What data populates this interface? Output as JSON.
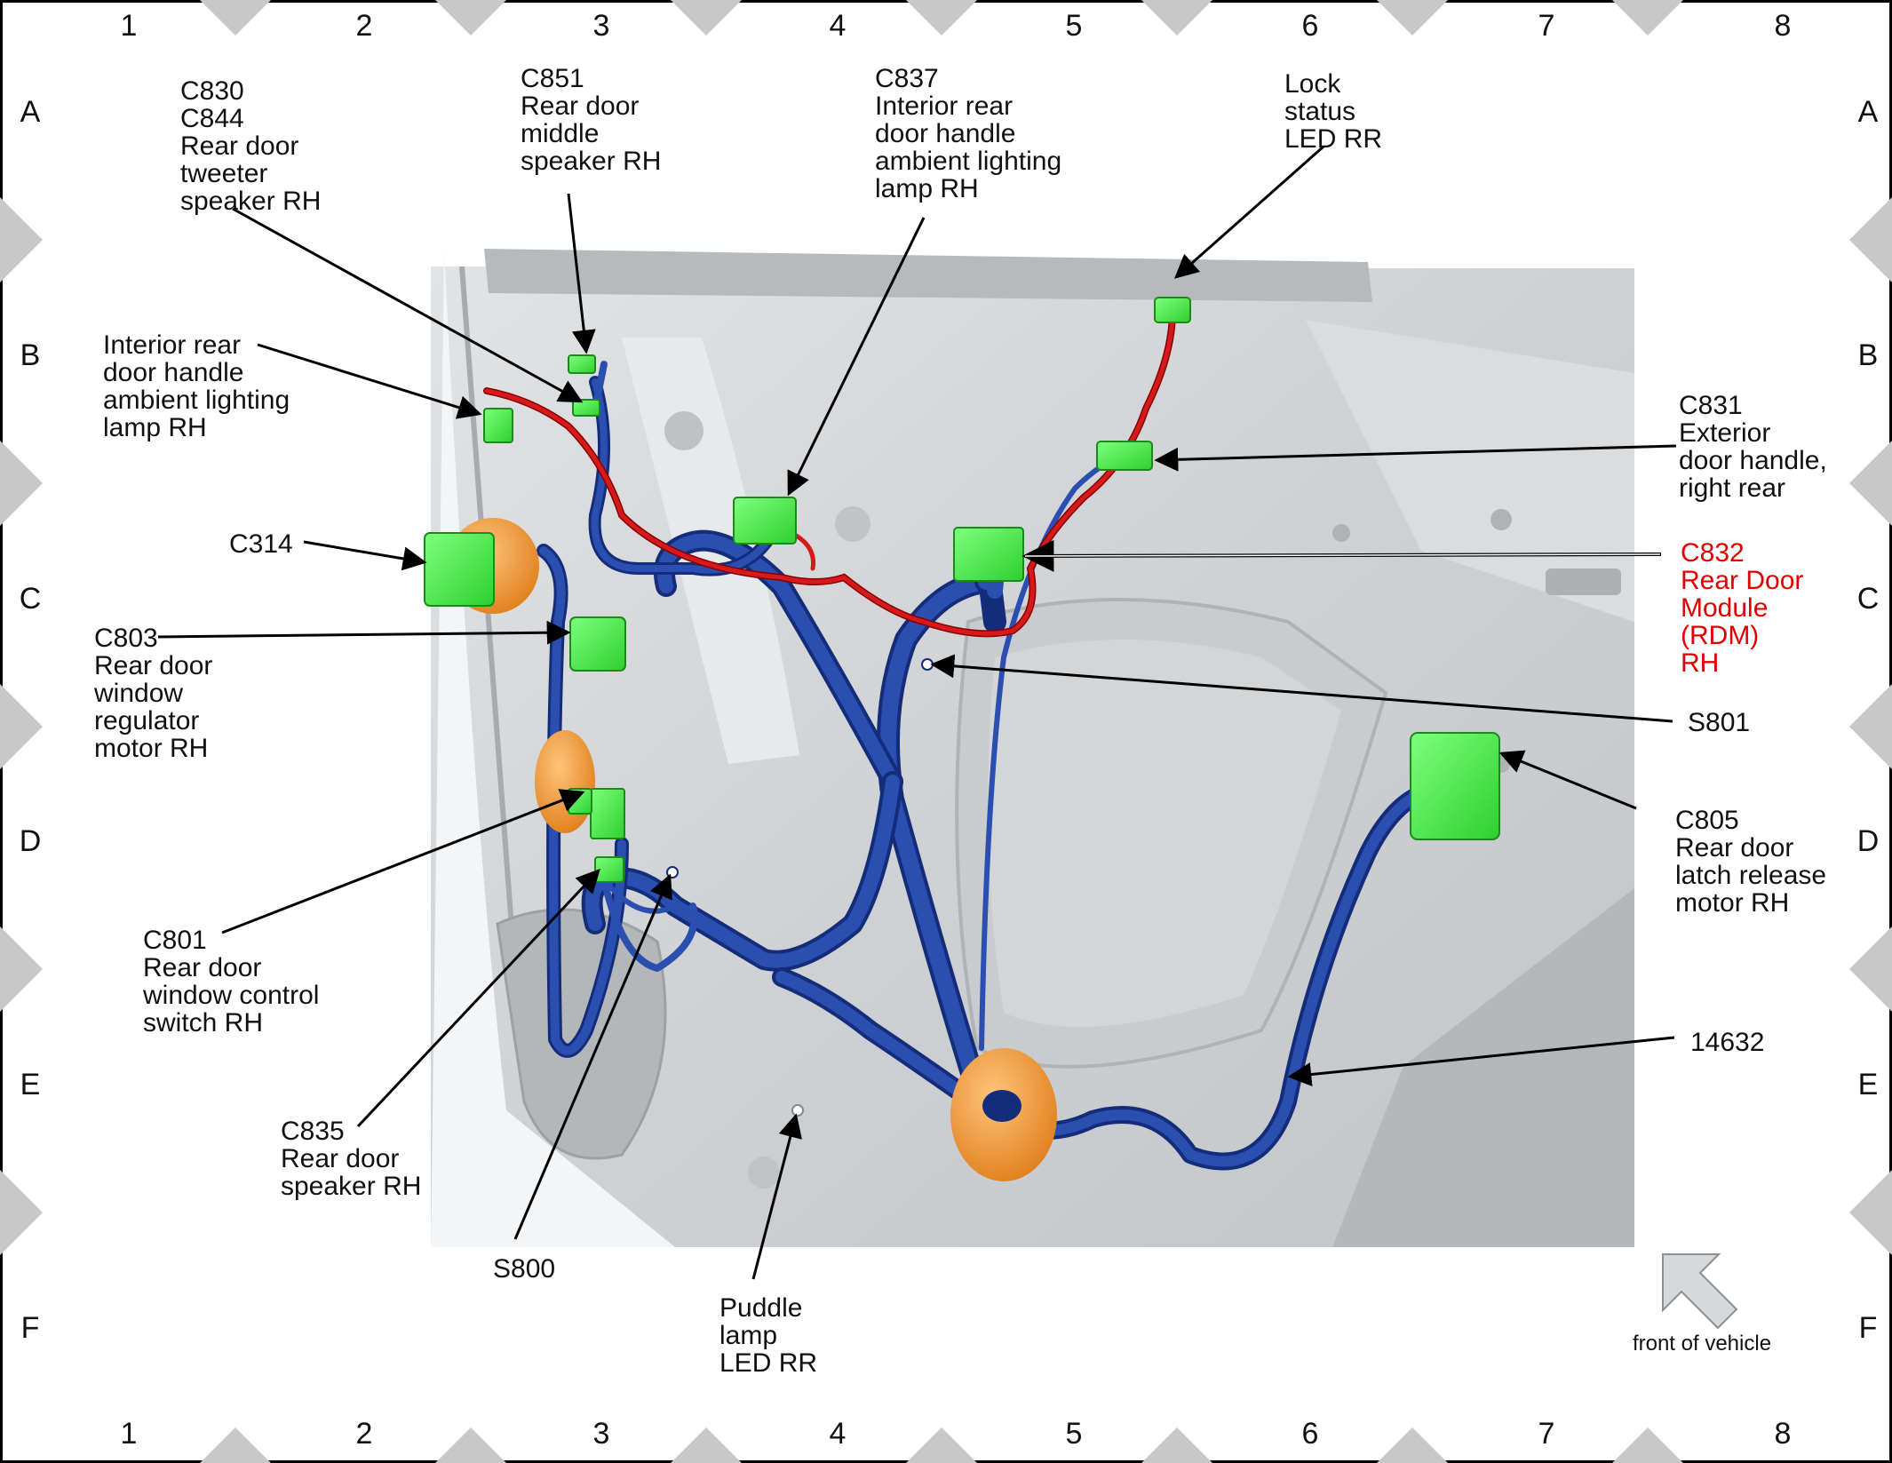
{
  "grid": {
    "columns": [
      "1",
      "2",
      "3",
      "4",
      "5",
      "6",
      "7",
      "8"
    ],
    "rows": [
      "A",
      "B",
      "C",
      "D",
      "E",
      "F"
    ]
  },
  "colors": {
    "harness": "#2a4fb0",
    "harness_dark": "#142d7a",
    "circuit_red": "#c8141a",
    "connector_green": "#3fe83f",
    "grommet_orange": "#f5a03a",
    "door_panel": "#d6d8da",
    "highlight_label": "#e00000"
  },
  "labels": {
    "c830_c844": [
      "C830",
      "C844",
      "Rear door",
      "tweeter",
      "speaker RH"
    ],
    "c851": [
      "C851",
      "Rear door",
      "middle",
      "speaker RH"
    ],
    "c837": [
      "C837",
      "Interior rear",
      "door handle",
      "ambient lighting",
      "lamp RH"
    ],
    "lock_led": [
      "Lock",
      "status",
      "LED RR"
    ],
    "interior_handle_lamp": [
      "Interior rear",
      "door handle",
      "ambient lighting",
      "lamp RH"
    ],
    "c831": [
      "C831",
      "Exterior",
      "door handle,",
      "right rear"
    ],
    "c314": [
      "C314"
    ],
    "c832": [
      "C832",
      "Rear Door",
      "Module",
      "(RDM)",
      "RH"
    ],
    "c803": [
      "C803",
      "Rear door",
      "window",
      "regulator",
      "motor RH"
    ],
    "s801": [
      "S801"
    ],
    "c805": [
      "C805",
      "Rear door",
      "latch release",
      "motor RH"
    ],
    "c801": [
      "C801",
      "Rear door",
      "window control",
      "switch RH"
    ],
    "harness_14632": [
      "14632"
    ],
    "c835": [
      "C835",
      "Rear door",
      "speaker RH"
    ],
    "s800": [
      "S800"
    ],
    "puddle_lamp": [
      "Puddle",
      "lamp",
      "LED RR"
    ]
  },
  "orientation": {
    "text": "front of vehicle",
    "icon": "arrow-up-left-icon"
  }
}
